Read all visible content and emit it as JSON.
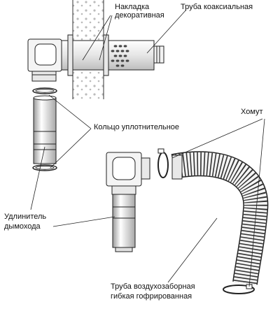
{
  "labels": {
    "decorative_cover_line1": "Накладка",
    "decorative_cover_line2": "декоративная",
    "coaxial_pipe": "Труба коаксиальная",
    "clamp": "Хомут",
    "sealing_ring": "Кольцо уплотнительное",
    "extension_line1": "Удлинитель",
    "extension_line2": "дымохода",
    "flex_pipe_line1": "Труба воздухозаборная",
    "flex_pipe_line2": "гибкая гофрированная"
  }
}
